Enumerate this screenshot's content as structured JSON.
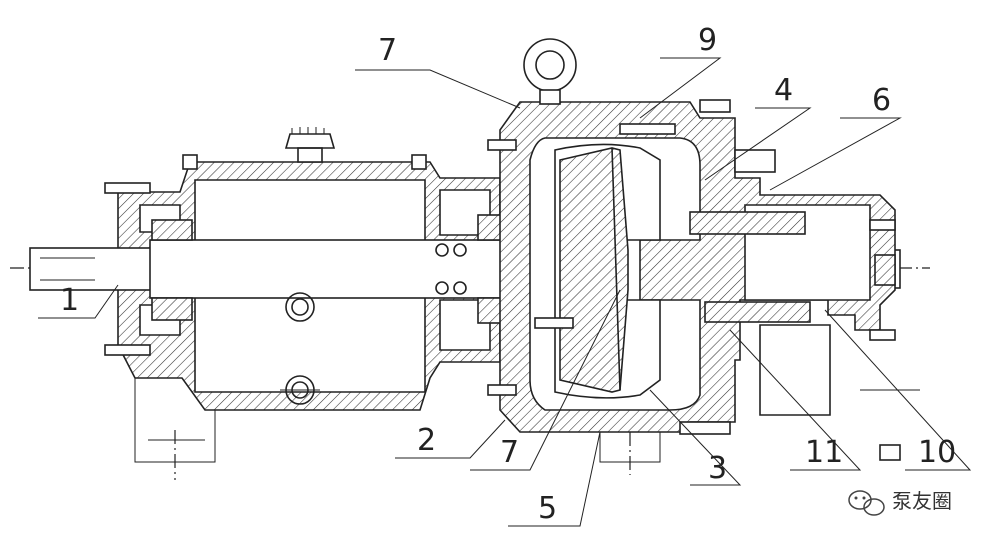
{
  "callouts": [
    {
      "id": "label-1",
      "text": "1"
    },
    {
      "id": "label-2",
      "text": "2"
    },
    {
      "id": "label-3",
      "text": "3"
    },
    {
      "id": "label-4",
      "text": "4"
    },
    {
      "id": "label-5",
      "text": "5"
    },
    {
      "id": "label-6",
      "text": "6"
    },
    {
      "id": "label-7-top",
      "text": "7"
    },
    {
      "id": "label-7-bottom",
      "text": "7"
    },
    {
      "id": "label-9",
      "text": "9"
    },
    {
      "id": "label-10",
      "text": "10"
    },
    {
      "id": "label-11",
      "text": "11"
    }
  ],
  "watermark": {
    "text": "泵友圈",
    "icon": "wechat-icon"
  }
}
